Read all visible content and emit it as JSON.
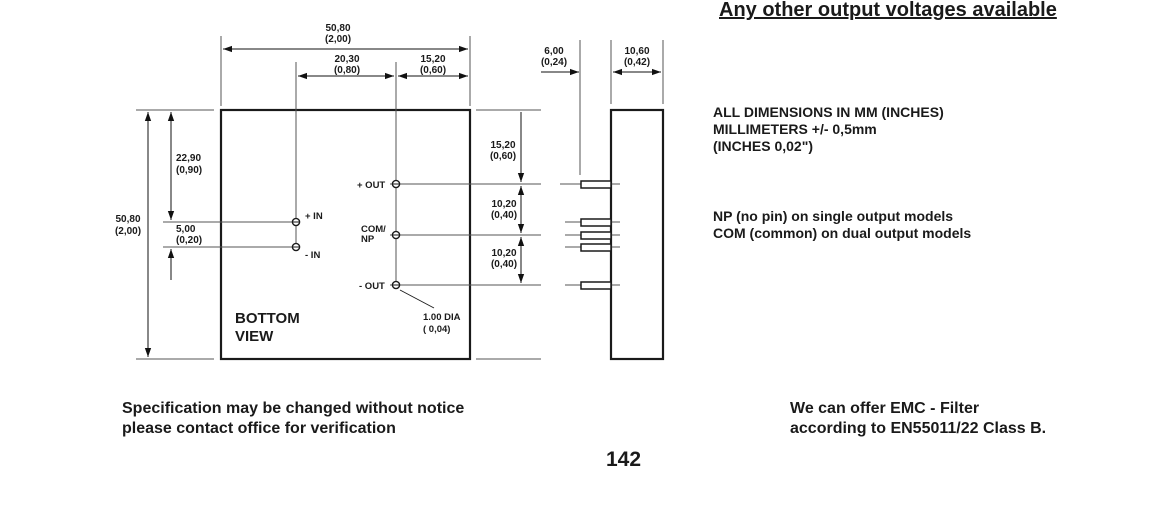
{
  "headline": "Any other output voltages available",
  "dimension_notes": [
    "ALL  DIMENSIONS  IN  MM  (INCHES)",
    "MILLIMETERS   +/- 0,5mm",
    "(INCHES  0,02\")"
  ],
  "pin_notes": [
    "NP (no pin) on single output models",
    "COM (common) on dual output models"
  ],
  "footer_left": [
    "Specification may be changed without notice",
    "please contact office for verification"
  ],
  "footer_right": [
    "We can offer EMC - Filter",
    "according to EN55011/22 Class B."
  ],
  "page_number": "142",
  "drawing": {
    "view_label": [
      "BOTTOM",
      "VIEW"
    ],
    "pins": {
      "plus_in": "+ IN",
      "minus_in": "-  IN",
      "plus_out": "+ OUT",
      "com": "COM/",
      "np": "NP",
      "minus_out": "- OUT"
    },
    "pin_diameter": {
      "mm": "1.00  DIA",
      "inch": "( 0,04)"
    },
    "dimensions": {
      "total_width": {
        "mm": "50,80",
        "inch": "(2,00)"
      },
      "in_to_out": {
        "mm": "20,30",
        "inch": "(0,80)"
      },
      "out_to_edge": {
        "mm": "15,20",
        "inch": "(0,60)"
      },
      "pin_length": {
        "mm": "6,00",
        "inch": "(0,24)"
      },
      "height": {
        "mm": "10,60",
        "inch": "(0,42)"
      },
      "total_length": {
        "mm": "50,80",
        "inch": "(2,00)"
      },
      "top_to_in": {
        "mm": "22,90",
        "inch": "(0,90)"
      },
      "in_spacing": {
        "mm": "5,00",
        "inch": "(0,20)"
      },
      "top_to_out": {
        "mm": "15,20",
        "inch": "(0,60)"
      },
      "out_spacing_1": {
        "mm": "10,20",
        "inch": "(0,40)"
      },
      "out_spacing_2": {
        "mm": "10,20",
        "inch": "(0,40)"
      }
    }
  }
}
